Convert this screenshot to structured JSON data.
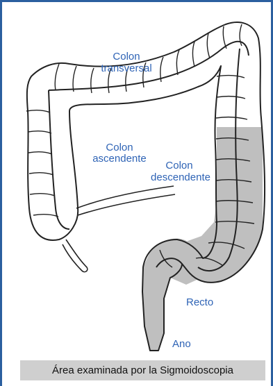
{
  "labels": {
    "transverse_1": "Colon",
    "transverse_2": "transversal",
    "ascending_1": "Colon",
    "ascending_2": "ascendente",
    "descending_1": "Colon",
    "descending_2": "descendente",
    "rectum": "Recto",
    "anus": "Ano"
  },
  "caption": "Área examinada por la Sigmoidoscopia",
  "colors": {
    "border": "#2b5f9f",
    "label": "#2e63b5",
    "examined_area": "#bfbfbf",
    "caption_bg": "#cfcfcf"
  }
}
